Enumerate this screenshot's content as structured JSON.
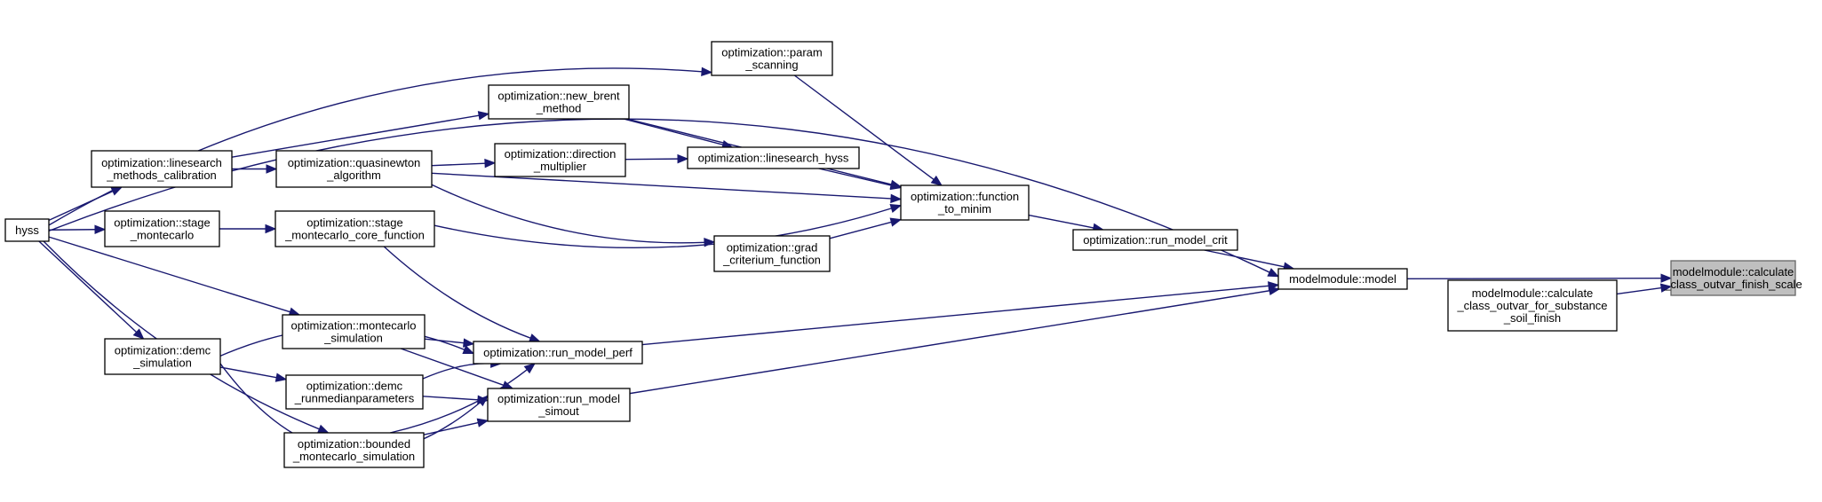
{
  "graph": {
    "nodes": [
      {
        "id": "target",
        "lines": [
          "modelmodule::calculate",
          "_class_outvar_finish_scale"
        ],
        "highlight": true
      },
      {
        "id": "model",
        "lines": [
          "modelmodule::model"
        ]
      },
      {
        "id": "calc_soil",
        "lines": [
          "modelmodule::calculate",
          "_class_outvar_for_substance",
          "_soil_finish"
        ]
      },
      {
        "id": "hyss",
        "lines": [
          "hyss"
        ]
      },
      {
        "id": "param_scanning",
        "lines": [
          "optimization::param",
          "_scanning"
        ]
      },
      {
        "id": "new_brent",
        "lines": [
          "optimization::new_brent",
          "_method"
        ]
      },
      {
        "id": "ls_calib",
        "lines": [
          "optimization::linesearch",
          "_methods_calibration"
        ]
      },
      {
        "id": "quasinewton",
        "lines": [
          "optimization::quasinewton",
          "_algorithm"
        ]
      },
      {
        "id": "direction",
        "lines": [
          "optimization::direction",
          "_multiplier"
        ]
      },
      {
        "id": "ls_hyss",
        "lines": [
          "optimization::linesearch_hyss"
        ]
      },
      {
        "id": "function_to_minim",
        "lines": [
          "optimization::function",
          "_to_minim"
        ]
      },
      {
        "id": "stage_mc",
        "lines": [
          "optimization::stage",
          "_montecarlo"
        ]
      },
      {
        "id": "stage_mc_core",
        "lines": [
          "optimization::stage",
          "_montecarlo_core_function"
        ]
      },
      {
        "id": "grad",
        "lines": [
          "optimization::grad",
          "_criterium_function"
        ]
      },
      {
        "id": "run_model_crit",
        "lines": [
          "optimization::run_model_crit"
        ]
      },
      {
        "id": "demc_sim",
        "lines": [
          "optimization::demc",
          "_simulation"
        ]
      },
      {
        "id": "mc_sim",
        "lines": [
          "optimization::montecarlo",
          "_simulation"
        ]
      },
      {
        "id": "run_model_perf",
        "lines": [
          "optimization::run_model_perf"
        ]
      },
      {
        "id": "demc_median",
        "lines": [
          "optimization::demc",
          "_runmedianparameters"
        ]
      },
      {
        "id": "run_model_simout",
        "lines": [
          "optimization::run_model",
          "_simout"
        ]
      },
      {
        "id": "bounded_mc",
        "lines": [
          "optimization::bounded",
          "_montecarlo_simulation"
        ]
      }
    ],
    "edges": [
      [
        "model",
        "target"
      ],
      [
        "calc_soil",
        "target"
      ],
      [
        "hyss",
        "model"
      ],
      [
        "run_model_crit",
        "model"
      ],
      [
        "run_model_perf",
        "model"
      ],
      [
        "run_model_simout",
        "model"
      ],
      [
        "function_to_minim",
        "run_model_crit"
      ],
      [
        "param_scanning",
        "function_to_minim"
      ],
      [
        "new_brent",
        "function_to_minim"
      ],
      [
        "ls_hyss",
        "function_to_minim"
      ],
      [
        "quasinewton",
        "function_to_minim"
      ],
      [
        "grad",
        "function_to_minim"
      ],
      [
        "stage_mc_core",
        "function_to_minim"
      ],
      [
        "hyss",
        "param_scanning"
      ],
      [
        "ls_calib",
        "new_brent"
      ],
      [
        "new_brent",
        "ls_hyss"
      ],
      [
        "direction",
        "ls_hyss"
      ],
      [
        "quasinewton",
        "direction"
      ],
      [
        "quasinewton",
        "grad"
      ],
      [
        "ls_calib",
        "quasinewton"
      ],
      [
        "hyss",
        "ls_calib"
      ],
      [
        "hyss",
        "stage_mc"
      ],
      [
        "stage_mc",
        "stage_mc_core"
      ],
      [
        "hyss",
        "mc_sim"
      ],
      [
        "hyss",
        "demc_sim"
      ],
      [
        "hyss",
        "bounded_mc"
      ],
      [
        "stage_mc_core",
        "run_model_perf"
      ],
      [
        "demc_sim",
        "run_model_perf"
      ],
      [
        "mc_sim",
        "run_model_perf"
      ],
      [
        "demc_median",
        "run_model_perf"
      ],
      [
        "bounded_mc",
        "run_model_perf"
      ],
      [
        "mc_sim",
        "run_model_simout"
      ],
      [
        "demc_sim",
        "demc_median"
      ],
      [
        "demc_median",
        "run_model_simout"
      ],
      [
        "bounded_mc",
        "run_model_simout"
      ],
      [
        "demc_sim",
        "run_model_simout"
      ]
    ]
  }
}
